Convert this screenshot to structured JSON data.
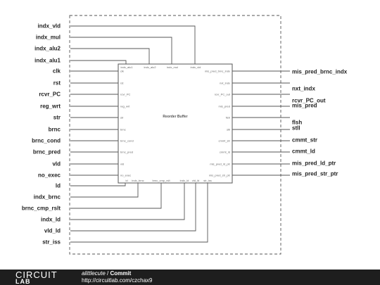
{
  "block": {
    "title": "Reorder Buffer",
    "top_pins": [
      "indx_alu1",
      "indx_alu2",
      "indx_mul",
      "indx_vld"
    ],
    "left_pins": [
      "clk",
      "rst",
      "rcvr_PC",
      "reg_wrt",
      "str",
      "brnc",
      "brnc_cond",
      "brnc_pred",
      "vld",
      "no_exec"
    ],
    "right_pins": [
      "mis_pred_brnc_indx",
      "nxt_indx",
      "rcvr_PC_out",
      "mis_pred",
      "flsh",
      "stll",
      "cmmt_str",
      "cmmt_ld",
      "mis_pred_ld_ptr",
      "mis_pred_str_ptr"
    ],
    "bottom_pins": [
      "ld",
      "indx_brnc",
      "brnc_cmp_rslt",
      "indx_ld",
      "vld_ld",
      "str_iss"
    ]
  },
  "ports": {
    "left": [
      "indx_vld",
      "indx_mul",
      "indx_alu2",
      "indx_alu1",
      "clk",
      "rst",
      "rcvr_PC",
      "reg_wrt",
      "str",
      "brnc",
      "brnc_cond",
      "brnc_pred",
      "vld",
      "no_exec",
      "ld",
      "indx_brnc",
      "brnc_cmp_rslt",
      "indx_ld",
      "vld_ld",
      "str_iss"
    ],
    "right": [
      "mis_pred_brnc_indx",
      "nxt_indx",
      "rcvr_PC_out",
      "mis_pred",
      "flsh",
      "stll",
      "cmmt_str",
      "cmmt_ld",
      "mis_pred_ld_ptr",
      "mis_pred_str_ptr"
    ]
  },
  "footer": {
    "logo_top": "CIRCUIT",
    "logo_bottom": "LAB",
    "author": "alittlecute",
    "separator": " / ",
    "title": "Commit",
    "url": "http://circuitlab.com/czchax9"
  },
  "colors": {
    "wire": "#555555",
    "border": "#555555",
    "footer_bg": "#1e1e1e"
  }
}
